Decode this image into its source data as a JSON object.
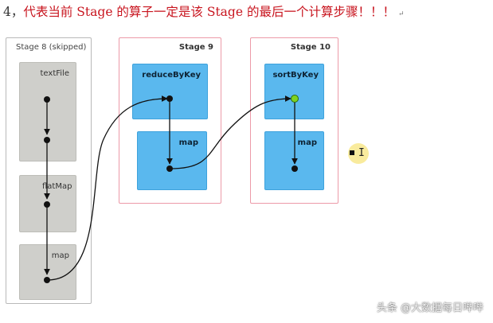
{
  "heading": {
    "number": "4，",
    "text": "代表当前 Stage 的算子一定是该 Stage 的最后一个计算步骤！！！",
    "paragraph_mark": "↵"
  },
  "stages": {
    "skipped": {
      "title": "Stage 8 (skipped)"
    },
    "stage9": {
      "title": "Stage 9"
    },
    "stage10": {
      "title": "Stage 10"
    }
  },
  "rdds": {
    "textfile": "textFile",
    "flatmap": "flatMap",
    "map_stage8": "map",
    "reducebykey": "reduceByKey",
    "map_stage9": "map",
    "sortbykey": "sortByKey",
    "map_stage10": "map"
  },
  "colors": {
    "heading_text": "#c8141e",
    "stage_border_active": "#ec9aa8",
    "stage_border_skipped": "#b9b9b9",
    "rdd_active": "#5ab8ee",
    "rdd_skipped": "#cfcfcb",
    "highlight_node": "#7ed321"
  },
  "watermark": "头条 @大数据每日哔哔"
}
